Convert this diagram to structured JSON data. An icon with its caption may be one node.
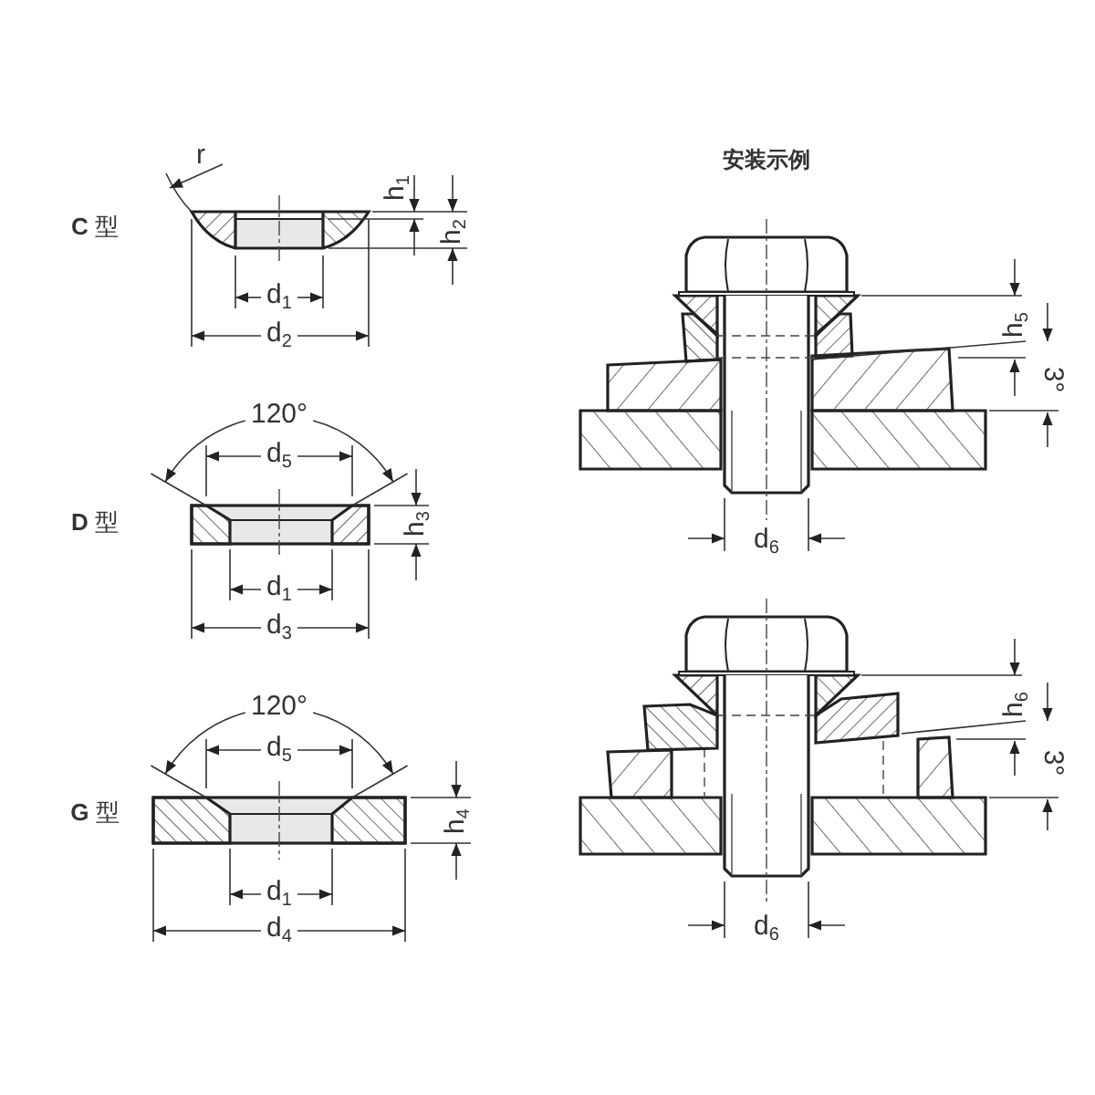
{
  "diagram": {
    "title": "安装示例",
    "labels": [
      "**C** 型",
      "r",
      "h$_{1}$",
      "h$_{2}$",
      "d$_{1}$",
      "d$_{2}$",
      "120°",
      "d$_{5}$",
      "**D** 型",
      "h$_{3}$",
      "d$_{1}$",
      "d$_{3}$",
      "120°",
      "d$_{5}$",
      "**G** 型",
      "h$_{4}$",
      "d$_{1}$",
      "d$_{4}$",
      "h$_{5}$",
      "3°",
      "d$_{6}$",
      "h$_{6}$",
      "3°",
      "d$_{6}$"
    ]
  }
}
